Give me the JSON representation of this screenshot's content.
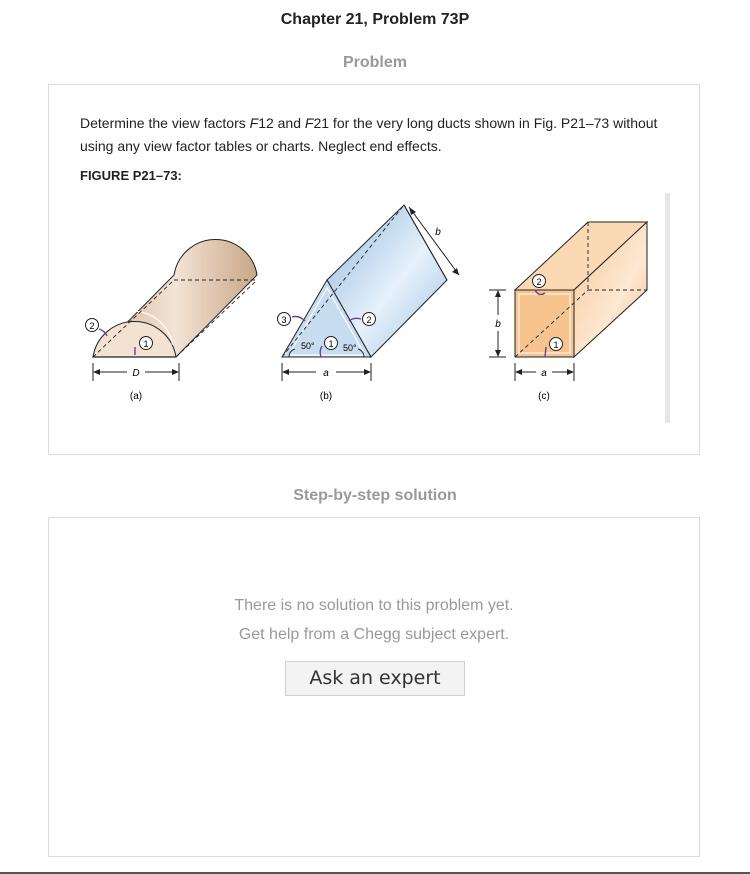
{
  "header": {
    "title": "Chapter 21, Problem 73P"
  },
  "problem_section": {
    "label": "Problem",
    "text_parts": [
      "Determine the view factors ",
      "F",
      "12 and ",
      "F",
      "21 for the very long ducts shown in Fig. P21–73 without using any view factor tables or charts. Neglect end effects."
    ],
    "figure_label": "FIGURE P21–73:",
    "figure": {
      "a": {
        "caption": "(a)",
        "dim": "D",
        "s1": "1",
        "s2": "2"
      },
      "b": {
        "caption": "(b)",
        "dim": "a",
        "side": "b",
        "angle_left": "50°",
        "angle_right": "50°",
        "s1": "1",
        "s2": "2",
        "s3": "3"
      },
      "c": {
        "caption": "(c)",
        "dim": "a",
        "height": "b",
        "s1": "1",
        "s2": "2"
      }
    }
  },
  "solution_section": {
    "label": "Step-by-step solution",
    "line1": "There is no solution to this problem yet.",
    "line2": "Get help from a Chegg subject expert.",
    "button_label": "Ask an expert"
  }
}
